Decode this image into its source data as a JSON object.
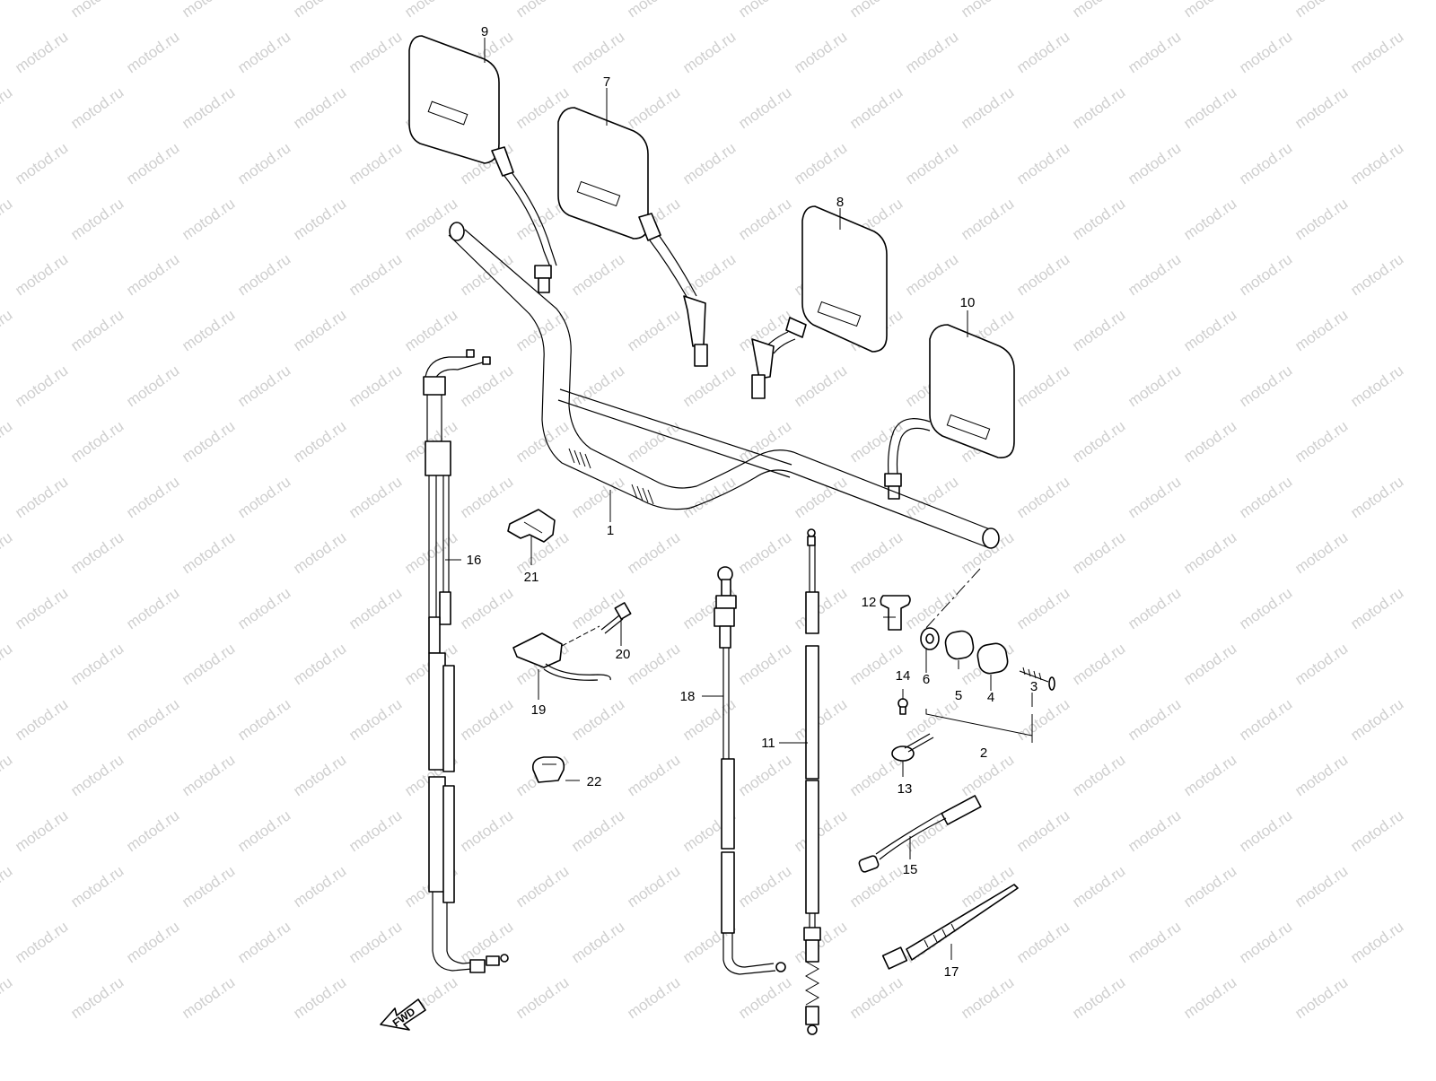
{
  "watermark": "motod.ru",
  "fwd_label": "FWD",
  "callouts": [
    {
      "id": "c1",
      "text": "1"
    },
    {
      "id": "c2",
      "text": "2"
    },
    {
      "id": "c3",
      "text": "3"
    },
    {
      "id": "c4",
      "text": "4"
    },
    {
      "id": "c5",
      "text": "5"
    },
    {
      "id": "c6",
      "text": "6"
    },
    {
      "id": "c7",
      "text": "7"
    },
    {
      "id": "c8",
      "text": "8"
    },
    {
      "id": "c9",
      "text": "9"
    },
    {
      "id": "c10",
      "text": "10"
    },
    {
      "id": "c11",
      "text": "11"
    },
    {
      "id": "c12",
      "text": "12"
    },
    {
      "id": "c13",
      "text": "13"
    },
    {
      "id": "c14",
      "text": "14"
    },
    {
      "id": "c15",
      "text": "15"
    },
    {
      "id": "c16",
      "text": "16"
    },
    {
      "id": "c17",
      "text": "17"
    },
    {
      "id": "c18",
      "text": "18"
    },
    {
      "id": "c19",
      "text": "19"
    },
    {
      "id": "c20",
      "text": "20"
    },
    {
      "id": "c21",
      "text": "21"
    },
    {
      "id": "c22",
      "text": "22"
    }
  ]
}
